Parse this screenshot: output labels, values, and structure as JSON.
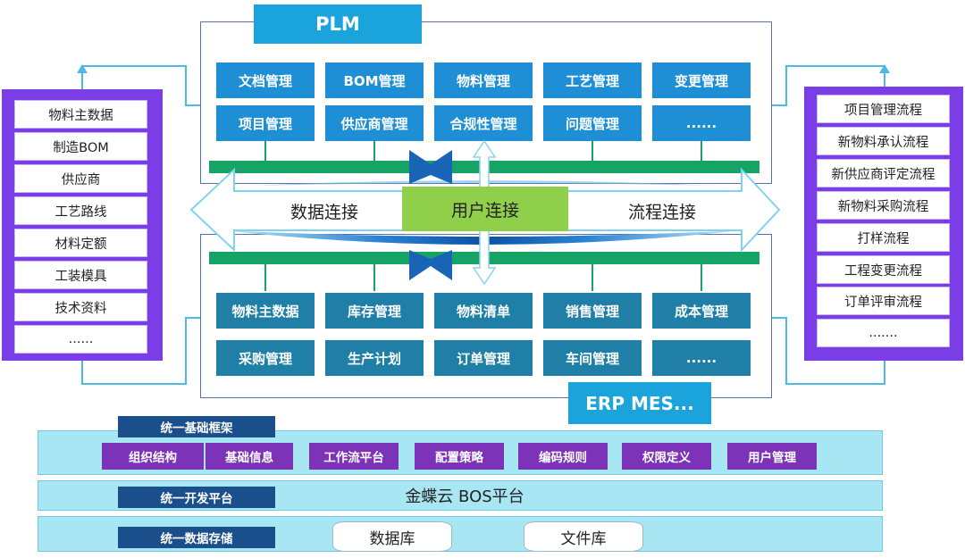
{
  "plm": {
    "title": "PLM",
    "row1": [
      "文档管理",
      "BOM管理",
      "物料管理",
      "工艺管理",
      "变更管理"
    ],
    "row2": [
      "项目管理",
      "供应商管理",
      "合规性管理",
      "问题管理",
      "......"
    ]
  },
  "erp": {
    "title": "ERP MES...",
    "row1": [
      "物料主数据",
      "库存管理",
      "物料清单",
      "销售管理",
      "成本管理"
    ],
    "row2": [
      "采购管理",
      "生产计划",
      "订单管理",
      "车间管理",
      "......"
    ]
  },
  "left_panel": [
    "物料主数据",
    "制造BOM",
    "供应商",
    "工艺路线",
    "材料定额",
    "工装模具",
    "技术资料",
    "......"
  ],
  "right_panel": [
    "项目管理流程",
    "新物料承认流程",
    "新供应商评定流程",
    "新物料采购流程",
    "打样流程",
    "工程变更流程",
    "订单评审流程",
    "......."
  ],
  "connect": {
    "data": "数据连接",
    "user": "用户连接",
    "flow": "流程连接"
  },
  "base": {
    "framework_tag": "统一基础框架",
    "framework_items": [
      "组织结构",
      "基础信息",
      "工作流平台",
      "配置策略",
      "编码规则",
      "权限定义",
      "用户管理"
    ],
    "dev_tag": "统一开发平台",
    "dev_text": "金蝶云 BOS平台",
    "storage_tag": "统一数据存储",
    "storage_items": [
      "数据库",
      "文件库"
    ]
  }
}
